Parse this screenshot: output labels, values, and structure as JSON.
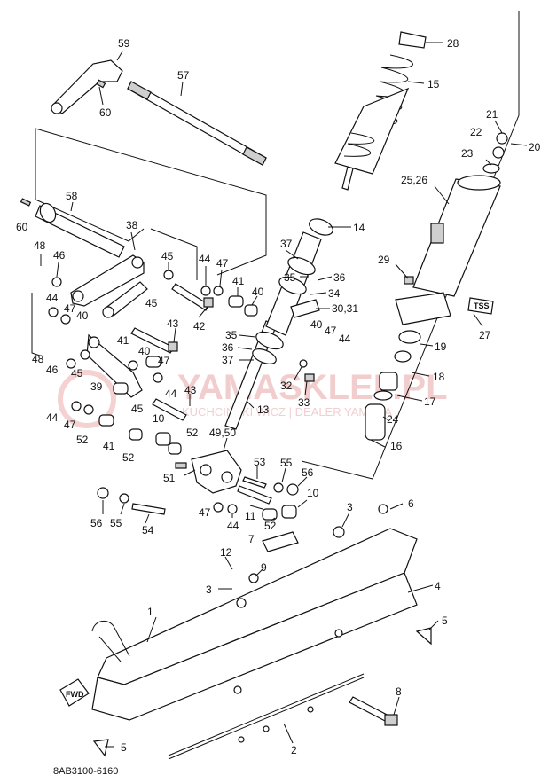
{
  "diagram": {
    "code": "8AB3100-6160",
    "watermark": {
      "main": "YAMASKLEP.PL",
      "sub": "KUCHCIŃSKI WICZ | DEALER YAMAHA"
    },
    "fwd_label": "FWD",
    "shock_label": "TSS",
    "callouts": [
      {
        "id": "c28",
        "text": "28"
      },
      {
        "id": "c15",
        "text": "15"
      },
      {
        "id": "c59",
        "text": "59"
      },
      {
        "id": "c57",
        "text": "57"
      },
      {
        "id": "c60a",
        "text": "60"
      },
      {
        "id": "c21",
        "text": "21"
      },
      {
        "id": "c22",
        "text": "22"
      },
      {
        "id": "c20",
        "text": "20"
      },
      {
        "id": "c23",
        "text": "23"
      },
      {
        "id": "c2526",
        "text": "25,26"
      },
      {
        "id": "c58",
        "text": "58"
      },
      {
        "id": "c60b",
        "text": "60"
      },
      {
        "id": "c14",
        "text": "14"
      },
      {
        "id": "c38",
        "text": "38"
      },
      {
        "id": "c48a",
        "text": "48"
      },
      {
        "id": "c46a",
        "text": "46"
      },
      {
        "id": "c45a",
        "text": "45"
      },
      {
        "id": "c44a",
        "text": "44"
      },
      {
        "id": "c47a",
        "text": "47"
      },
      {
        "id": "c37a",
        "text": "37"
      },
      {
        "id": "c29",
        "text": "29"
      },
      {
        "id": "c35a",
        "text": "35"
      },
      {
        "id": "c36a",
        "text": "36"
      },
      {
        "id": "c41a",
        "text": "41"
      },
      {
        "id": "c40a",
        "text": "40"
      },
      {
        "id": "c34",
        "text": "34"
      },
      {
        "id": "c44b",
        "text": "44"
      },
      {
        "id": "c47b",
        "text": "47"
      },
      {
        "id": "c40b",
        "text": "40"
      },
      {
        "id": "c45b",
        "text": "45"
      },
      {
        "id": "c3031",
        "text": "30,31"
      },
      {
        "id": "c27",
        "text": "27"
      },
      {
        "id": "c43a",
        "text": "43"
      },
      {
        "id": "c42",
        "text": "42"
      },
      {
        "id": "c35b",
        "text": "35"
      },
      {
        "id": "c40c",
        "text": "40"
      },
      {
        "id": "c47c",
        "text": "47"
      },
      {
        "id": "c44c",
        "text": "44"
      },
      {
        "id": "c36b",
        "text": "36"
      },
      {
        "id": "c41b",
        "text": "41"
      },
      {
        "id": "c37b",
        "text": "37"
      },
      {
        "id": "c19",
        "text": "19"
      },
      {
        "id": "c48b",
        "text": "48"
      },
      {
        "id": "c40d",
        "text": "40"
      },
      {
        "id": "c46b",
        "text": "46"
      },
      {
        "id": "c47d",
        "text": "47"
      },
      {
        "id": "c18",
        "text": "18"
      },
      {
        "id": "c45c",
        "text": "45"
      },
      {
        "id": "c32",
        "text": "32"
      },
      {
        "id": "c39",
        "text": "39"
      },
      {
        "id": "c44d",
        "text": "44"
      },
      {
        "id": "c33",
        "text": "33"
      },
      {
        "id": "c17",
        "text": "17"
      },
      {
        "id": "c43b",
        "text": "43"
      },
      {
        "id": "c13",
        "text": "13"
      },
      {
        "id": "c45d",
        "text": "45"
      },
      {
        "id": "c44e",
        "text": "44"
      },
      {
        "id": "c10a",
        "text": "10"
      },
      {
        "id": "c24",
        "text": "24"
      },
      {
        "id": "c47e",
        "text": "47"
      },
      {
        "id": "c52a",
        "text": "52"
      },
      {
        "id": "c4950",
        "text": "49,50"
      },
      {
        "id": "c52b",
        "text": "52"
      },
      {
        "id": "c41c",
        "text": "41"
      },
      {
        "id": "c16",
        "text": "16"
      },
      {
        "id": "c52c",
        "text": "52"
      },
      {
        "id": "c51",
        "text": "51"
      },
      {
        "id": "c53",
        "text": "53"
      },
      {
        "id": "c55a",
        "text": "55"
      },
      {
        "id": "c56a",
        "text": "56"
      },
      {
        "id": "c10b",
        "text": "10"
      },
      {
        "id": "c3a",
        "text": "3"
      },
      {
        "id": "c6",
        "text": "6"
      },
      {
        "id": "c56b",
        "text": "56"
      },
      {
        "id": "c55b",
        "text": "55"
      },
      {
        "id": "c54",
        "text": "54"
      },
      {
        "id": "c47f",
        "text": "47"
      },
      {
        "id": "c44f",
        "text": "44"
      },
      {
        "id": "c11",
        "text": "11"
      },
      {
        "id": "c52d",
        "text": "52"
      },
      {
        "id": "c7",
        "text": "7"
      },
      {
        "id": "c12",
        "text": "12"
      },
      {
        "id": "c9",
        "text": "9"
      },
      {
        "id": "c3b",
        "text": "3"
      },
      {
        "id": "c4",
        "text": "4"
      },
      {
        "id": "c1",
        "text": "1"
      },
      {
        "id": "c5a",
        "text": "5"
      },
      {
        "id": "c8",
        "text": "8"
      },
      {
        "id": "c5b",
        "text": "5"
      },
      {
        "id": "c2",
        "text": "2"
      }
    ]
  }
}
